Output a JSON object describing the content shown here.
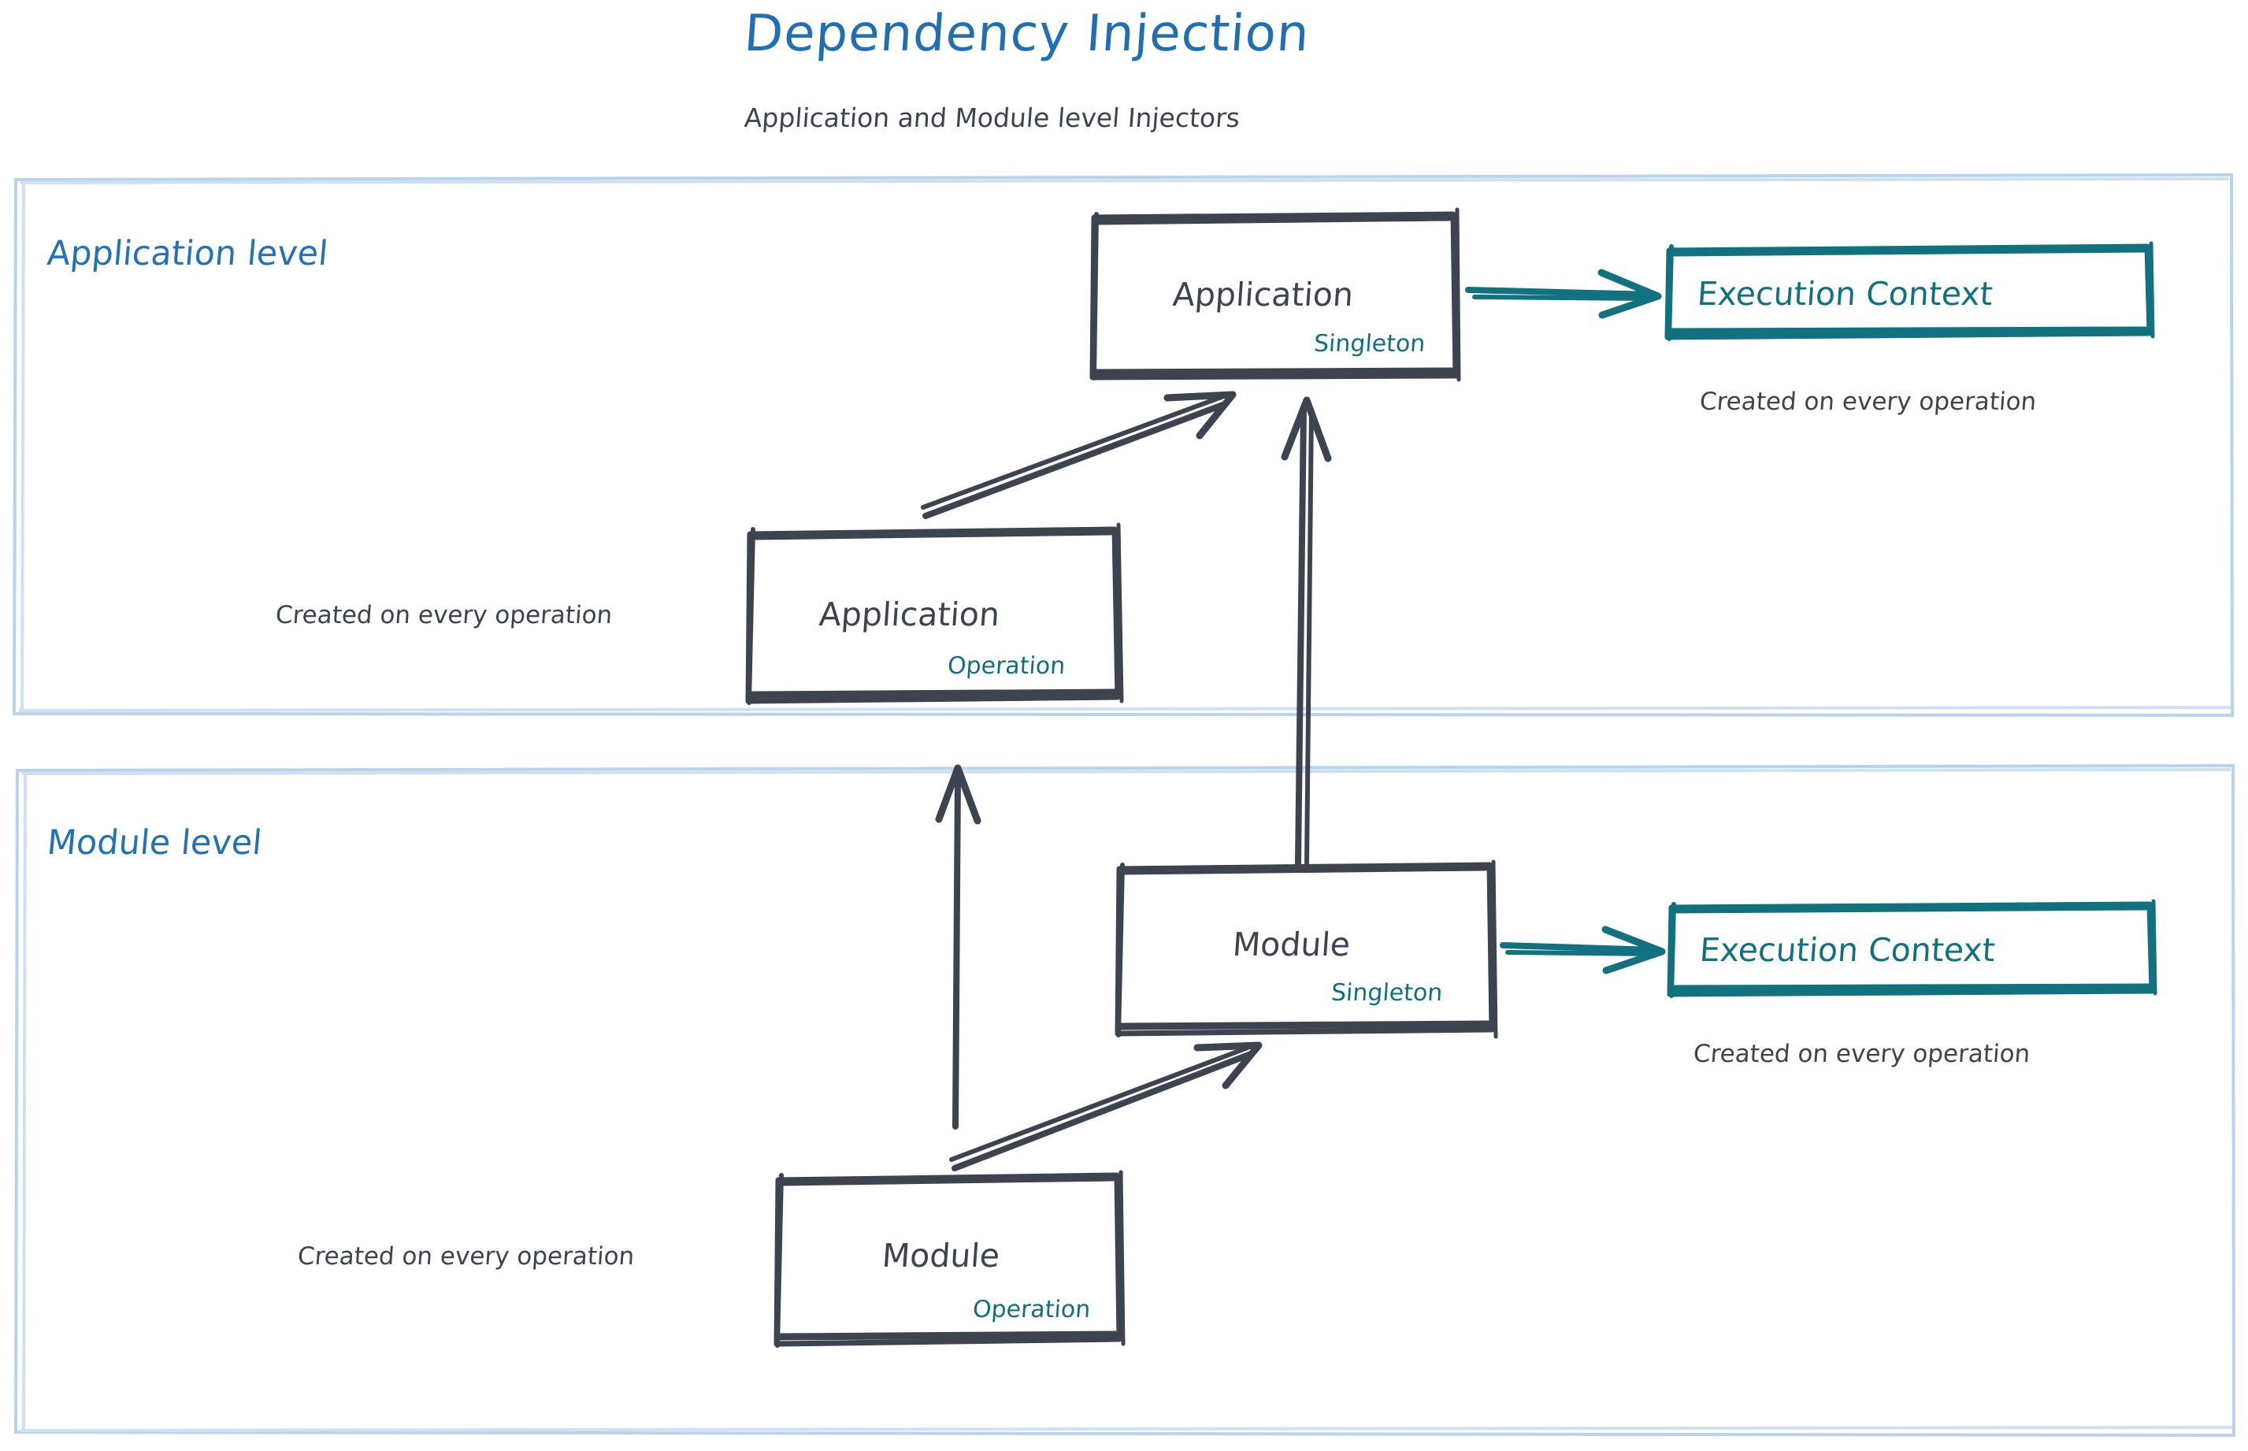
{
  "header": {
    "title": "Dependency Injection",
    "subtitle": "Application and Module level Injectors",
    "title_color": "#1f6fb2",
    "subtitle_color": "#3d4450"
  },
  "colors": {
    "panel_border": "#b9d3ec",
    "ink": "#3d4450",
    "teal": "#11717f",
    "blue": "#2272b8"
  },
  "panels": [
    {
      "id": "application-level",
      "label": "Application level",
      "nodes": [
        {
          "id": "application-singleton",
          "title": "Application",
          "tag": "Singleton",
          "tag_color": "#11717f"
        },
        {
          "id": "application-execution-context",
          "title": "Execution Context",
          "note": "Created on every operation",
          "style": "teal"
        },
        {
          "id": "application-operation",
          "title": "Application",
          "tag": "Operation",
          "tag_color": "#11717f",
          "note": "Created on every operation"
        }
      ],
      "edges": [
        {
          "from": "application-singleton",
          "to": "application-execution-context",
          "style": "teal"
        },
        {
          "from": "application-operation",
          "to": "application-singleton",
          "style": "ink"
        }
      ]
    },
    {
      "id": "module-level",
      "label": "Module level",
      "nodes": [
        {
          "id": "module-singleton",
          "title": "Module",
          "tag": "Singleton",
          "tag_color": "#11717f"
        },
        {
          "id": "module-execution-context",
          "title": "Execution Context",
          "note": "Created on every operation",
          "style": "teal"
        },
        {
          "id": "module-operation",
          "title": "Module",
          "tag": "Operation",
          "tag_color": "#11717f",
          "note": "Created on every operation"
        }
      ],
      "edges": [
        {
          "from": "module-singleton",
          "to": "module-execution-context",
          "style": "teal"
        },
        {
          "from": "module-operation",
          "to": "module-singleton",
          "style": "ink"
        },
        {
          "from": "module-singleton",
          "to": "application-singleton",
          "style": "ink"
        },
        {
          "from": "module-operation",
          "to": "application-operation",
          "style": "ink"
        }
      ]
    }
  ],
  "labels": {
    "app_singleton_title": "Application",
    "app_singleton_tag": "Singleton",
    "app_ec_title": "Execution Context",
    "app_ec_note": "Created on every operation",
    "app_op_title": "Application",
    "app_op_tag": "Operation",
    "app_op_note": "Created on every operation",
    "mod_singleton_title": "Module",
    "mod_singleton_tag": "Singleton",
    "mod_ec_title": "Execution Context",
    "mod_ec_note": "Created on every operation",
    "mod_op_title": "Module",
    "mod_op_tag": "Operation",
    "mod_op_note": "Created on every operation",
    "app_level": "Application level",
    "mod_level": "Module level"
  }
}
